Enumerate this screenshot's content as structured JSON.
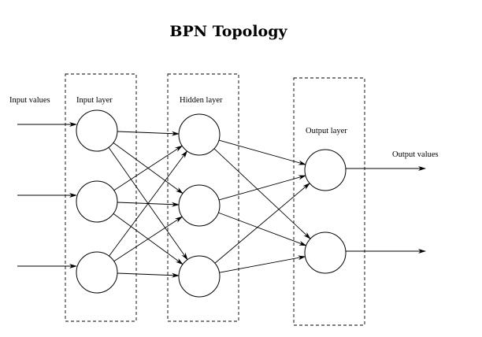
{
  "diagram": {
    "title": "BPN Topology",
    "labels": {
      "input_values": "Input values",
      "input_layer": "Input layer",
      "hidden_layer": "Hidden layer",
      "output_layer": "Output layer",
      "output_values": "Output values"
    },
    "layers": [
      {
        "id": "input",
        "nodes": 3
      },
      {
        "id": "hidden",
        "nodes": 3
      },
      {
        "id": "output",
        "nodes": 2
      }
    ],
    "connectivity": "fully-connected feedforward"
  }
}
